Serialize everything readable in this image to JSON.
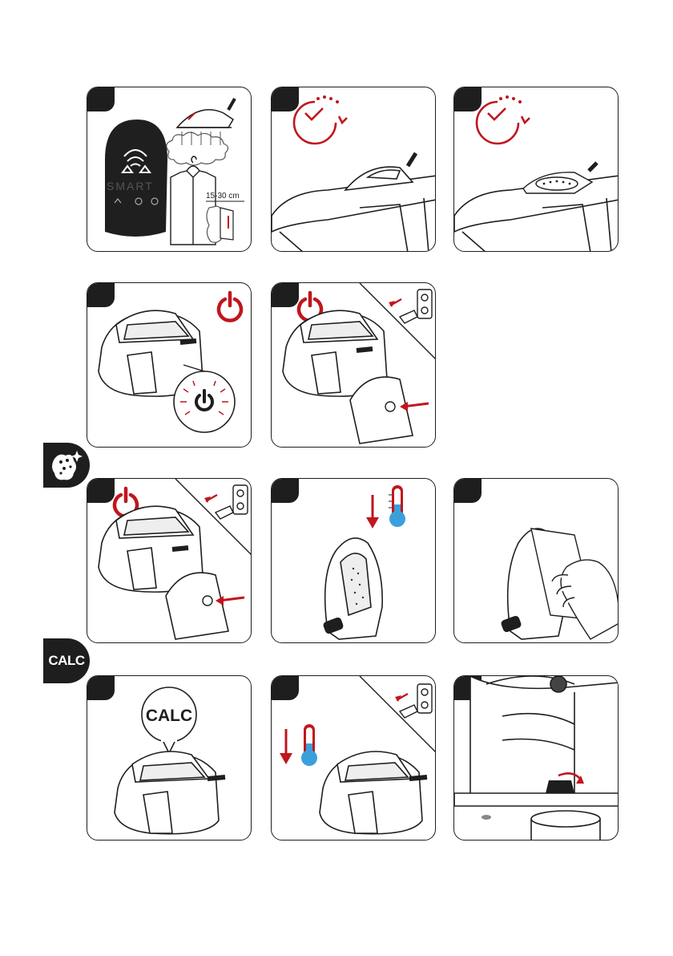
{
  "panels": [
    {
      "id": "smart-steam",
      "row": 1,
      "col": 1
    },
    {
      "id": "steam-timer-iron-on-board",
      "row": 1,
      "col": 2
    },
    {
      "id": "steam-timer-iron-locked",
      "row": 1,
      "col": 3
    },
    {
      "id": "power-off-button",
      "row": 2,
      "col": 1
    },
    {
      "id": "power-off-unplug",
      "row": 2,
      "col": 2
    },
    {
      "id": "clean-power-off-unplug",
      "row": 3,
      "col": 1
    },
    {
      "id": "clean-iron-cool-down",
      "row": 3,
      "col": 2
    },
    {
      "id": "clean-wipe-soleplate",
      "row": 3,
      "col": 3
    },
    {
      "id": "calc-indicator",
      "row": 4,
      "col": 1
    },
    {
      "id": "calc-unplug-cool",
      "row": 4,
      "col": 2
    },
    {
      "id": "calc-open-drain",
      "row": 4,
      "col": 3
    }
  ],
  "texts": {
    "smart_label": "SMART",
    "distance_label": "15-30 cm",
    "calc_tab_label": "CALC",
    "calc_bubble_label": "CALC"
  },
  "icons": {
    "cleaning_tab": "sponge-sparkle-icon",
    "power": "power-icon",
    "timer": "timer-check-icon",
    "plug": "plug-socket-icon",
    "thermometer": "thermometer-cool-icon"
  },
  "colors": {
    "accent_red": "#c0161d",
    "line_dark": "#1e1e1e",
    "thermo_blue": "#3aa0dc"
  }
}
